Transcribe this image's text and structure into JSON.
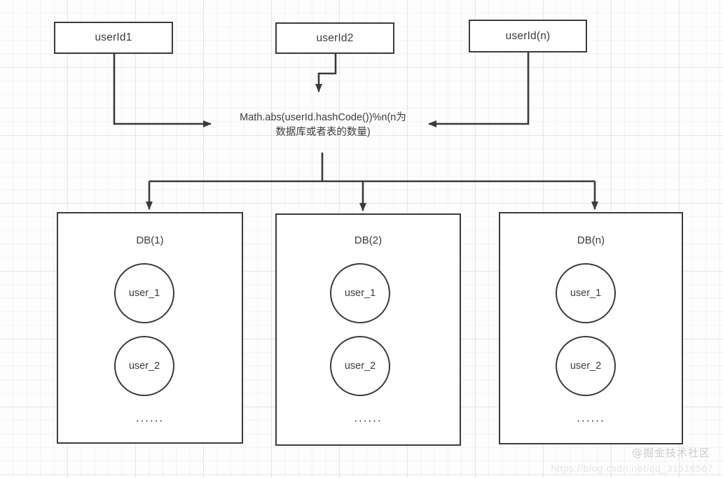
{
  "diagram": {
    "title": "Database sharding by userId hash",
    "stroke_color": "#3b3b3b",
    "background_color": "#fdfdfd",
    "grid_color": "#bec3c8"
  },
  "sources": [
    {
      "label": "userId1"
    },
    {
      "label": "userId2"
    },
    {
      "label": "userId(n)"
    }
  ],
  "formula": {
    "line1": "Math.abs(userId.hashCode())%n(n为",
    "line2": "数据库或者表的数量)"
  },
  "databases": [
    {
      "title": "DB(1)",
      "users": [
        "user_1",
        "user_2"
      ],
      "more": "······"
    },
    {
      "title": "DB(2)",
      "users": [
        "user_1",
        "user_2"
      ],
      "more": "······"
    },
    {
      "title": "DB(n)",
      "users": [
        "user_1",
        "user_2"
      ],
      "more": "······"
    }
  ],
  "watermarks": {
    "brand": "@掘金技术社区",
    "url": "https://blog.csdn.net/qq_31616567"
  }
}
